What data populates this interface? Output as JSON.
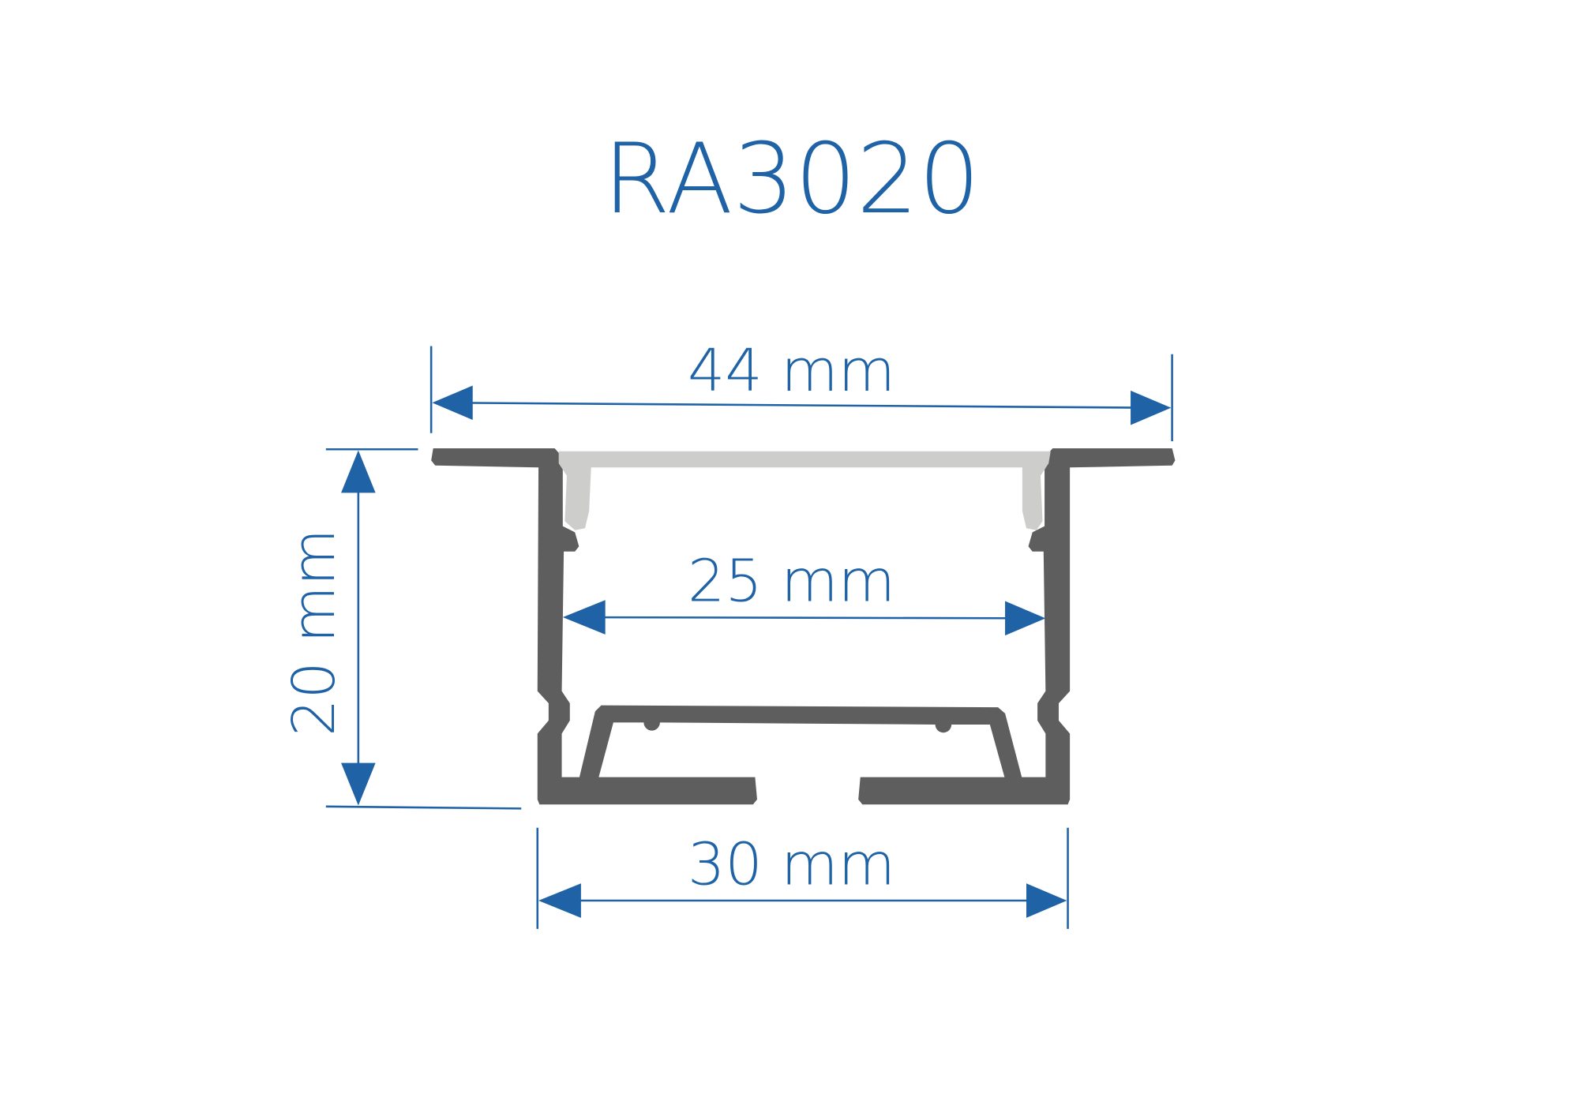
{
  "title": "RA3020",
  "dimensions": {
    "overall_width": "44 mm",
    "inner_width": "25 mm",
    "base_width": "30 mm",
    "height": "20 mm"
  },
  "colors": {
    "accent": "#1f63a6",
    "profile": "#5f5e5e",
    "diffuser": "#cdcdcb"
  }
}
